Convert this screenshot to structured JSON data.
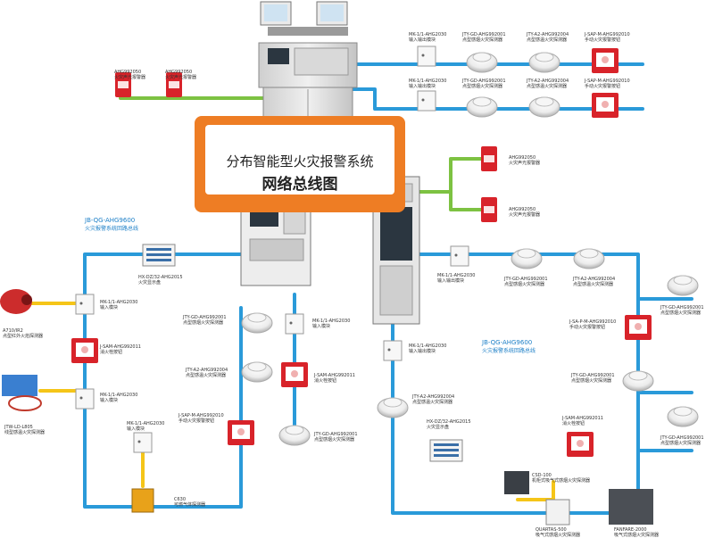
{
  "banner": {
    "title": "分布智能型火灾报警系统",
    "subtitle": "网络总线图"
  },
  "buses": {
    "left_loop": {
      "code": "JB-QG-AHG9600",
      "name": "火灾报警系统回路总线"
    },
    "right_loop": {
      "code": "JB-QG-AHG9600",
      "name": "火灾报警系统回路总线"
    }
  },
  "devices": {
    "sounder_a": {
      "code": "AHG992050",
      "name": "火灾声光报警器"
    },
    "sounder_b": {
      "code": "AHG992050",
      "name": "火灾声光报警器"
    },
    "top_row1_module": {
      "code": "MK-1/1-AHG2030",
      "name": "输入输出模块"
    },
    "top_row1_smoke": {
      "code": "JTY-GD-AHG992001",
      "name": "点型感烟火灾探测器"
    },
    "top_row1_heat": {
      "code": "JTY-A2-AHG992004",
      "name": "点型感温火灾探测器"
    },
    "top_row1_button": {
      "code": "J-SAP-M-AHG992010",
      "name": "手动火灾报警按钮"
    },
    "top_row2_module": {
      "code": "MK-1/1-AHG2030",
      "name": "输入输出模块"
    },
    "top_row2_smoke": {
      "code": "JTY-GD-AHG992001",
      "name": "点型感烟火灾探测器"
    },
    "top_row2_heat": {
      "code": "JTY-A2-AHG992004",
      "name": "点型感温火灾探测器"
    },
    "top_row2_button": {
      "code": "J-SAP-M-AHG992010",
      "name": "手动火灾报警按钮"
    },
    "left_display": {
      "code": "HX-DZ/32-AHG2015",
      "name": "火灾显示盘"
    },
    "left_module1": {
      "code": "MK-1/1-AHG2030",
      "name": "输入模块"
    },
    "flame_detector": {
      "code": "A710/IR2",
      "name": "点型红外火焰探测器"
    },
    "left_hydrant": {
      "code": "J-SAM-AHG992011",
      "name": "消火栓按钮"
    },
    "left_module2": {
      "code": "MK-1/1-AHG2030",
      "name": "输入模块"
    },
    "linear_heat": {
      "code": "JTW-LD-L805",
      "name": "线型感温火灾探测器"
    },
    "left_module3": {
      "code": "MK-1/1-AHG2030",
      "name": "输入模块"
    },
    "gas_detector": {
      "code": "C630",
      "name": "可燃气体探测器"
    },
    "center_smoke1": {
      "code": "JTY-GD-AHG992001",
      "name": "点型感烟火灾探测器"
    },
    "center_heat": {
      "code": "JTY-A2-AHG992004",
      "name": "点型感温火灾探测器"
    },
    "center_button": {
      "code": "J-SAP-M-AHG992010",
      "name": "手动火灾报警按钮"
    },
    "center_module": {
      "code": "MK-1/1-AHG2030",
      "name": "输入模块"
    },
    "center_hydrant": {
      "code": "J-SAM-AHG992011",
      "name": "消火栓按钮"
    },
    "center_smoke2": {
      "code": "JTY-GD-AHG992001",
      "name": "点型感烟火灾探测器"
    },
    "right_sounder1": {
      "code": "AHG992050",
      "name": "火灾声光报警器"
    },
    "right_sounder2": {
      "code": "AHG992050",
      "name": "火灾声光报警器"
    },
    "right_module_top": {
      "code": "MK-1/1-AHG2030",
      "name": "输入输出模块"
    },
    "right_smoke_top": {
      "code": "JTY-GD-AHG992001",
      "name": "点型感烟火灾探测器"
    },
    "right_heat_top": {
      "code": "JTY-A2-AHG992004",
      "name": "点型感温火灾探测器"
    },
    "right_far_smoke1": {
      "code": "JTY-GD-AHG992001",
      "name": "点型感烟火灾探测器"
    },
    "right_button1": {
      "code": "J-SA-P-M-AHG992010",
      "name": "手动火灾报警按钮"
    },
    "right_smoke_mid": {
      "code": "JTY-GD-AHG992001",
      "name": "点型感烟火灾探测器"
    },
    "right_module_left": {
      "code": "MK-1/1-AHG2030",
      "name": "输入输出模块"
    },
    "right_heat_left": {
      "code": "JTY-A2-AHG992004",
      "name": "点型感温火灾探测器"
    },
    "right_display": {
      "code": "HX-DZ/32-AHG2015",
      "name": "火灾显示盘"
    },
    "right_hydrant": {
      "code": "J-SAM-AHG992011",
      "name": "消火栓按钮"
    },
    "right_far_smoke2": {
      "code": "JTY-GD-AHG992001",
      "name": "点型感烟火灾探测器"
    },
    "csd": {
      "code": "CSD-100",
      "name": "机柜式吸气式感烟火灾探测器"
    },
    "quartas": {
      "code": "QUARTAS-500",
      "name": "吸气式感烟火灾探测器"
    },
    "fanfare": {
      "code": "FANFARE-2000",
      "name": "吸气式感烟火灾探测器"
    }
  },
  "colors": {
    "bus_blue": "#2a9ad9",
    "power_green": "#7dc242",
    "bus_yellow": "#f5c518",
    "banner_orange": "#ee7d24",
    "title_blue": "#1c7fc7",
    "alarm_red": "#d8232a"
  }
}
